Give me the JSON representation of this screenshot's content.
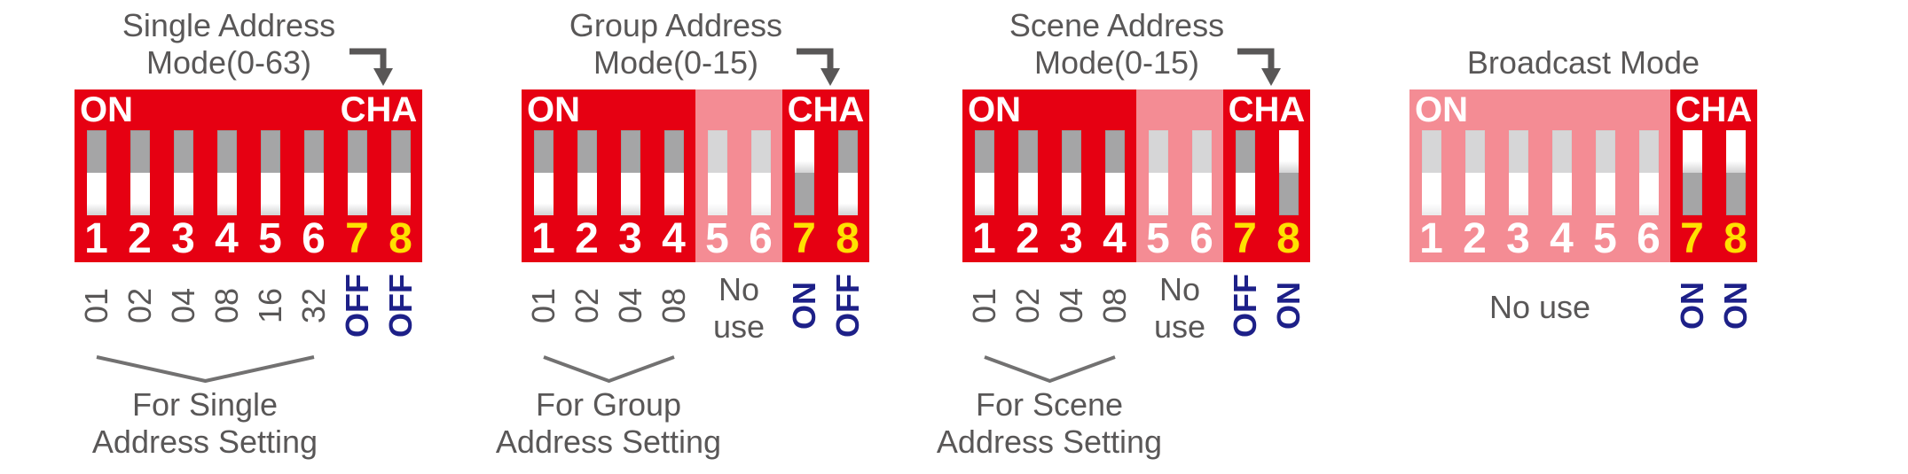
{
  "colors": {
    "red": "#e60012",
    "track": "#a5a5a6",
    "handle": "#ffffff",
    "handle_shade": "#d2d2d3",
    "number": "#ffffff",
    "cha_number": "#ffe100",
    "state_blue": "#1d2088",
    "text_gray": "#595757",
    "bracket_gray": "#727171",
    "overlay": "rgba(255,255,255,0.55)"
  },
  "panels": [
    {
      "name": "single-address-mode",
      "title_lines": [
        "Single Address",
        "Mode(0-63)"
      ],
      "has_arrow": true,
      "on_label": "ON",
      "cha_label": "CHA",
      "switches": [
        {
          "num": "1",
          "state": "off",
          "label": "01"
        },
        {
          "num": "2",
          "state": "off",
          "label": "02"
        },
        {
          "num": "3",
          "state": "off",
          "label": "04"
        },
        {
          "num": "4",
          "state": "off",
          "label": "08"
        },
        {
          "num": "5",
          "state": "off",
          "label": "16"
        },
        {
          "num": "6",
          "state": "off",
          "label": "32"
        },
        {
          "num": "7",
          "state": "off",
          "label": "OFF",
          "label_style": "state"
        },
        {
          "num": "8",
          "state": "off",
          "label": "OFF",
          "label_style": "state"
        }
      ],
      "no_use": null,
      "bracket": {
        "from": 1,
        "to": 6,
        "text_lines": [
          "For Single",
          "Address Setting"
        ]
      }
    },
    {
      "name": "group-address-mode",
      "title_lines": [
        "Group Address",
        "Mode(0-15)"
      ],
      "has_arrow": true,
      "on_label": "ON",
      "cha_label": "CHA",
      "switches": [
        {
          "num": "1",
          "state": "off",
          "label": "01"
        },
        {
          "num": "2",
          "state": "off",
          "label": "02"
        },
        {
          "num": "3",
          "state": "off",
          "label": "04"
        },
        {
          "num": "4",
          "state": "off",
          "label": "08"
        },
        {
          "num": "5",
          "state": "off",
          "label": null
        },
        {
          "num": "6",
          "state": "off",
          "label": null
        },
        {
          "num": "7",
          "state": "on",
          "label": "ON",
          "label_style": "state"
        },
        {
          "num": "8",
          "state": "off",
          "label": "OFF",
          "label_style": "state"
        }
      ],
      "no_use": {
        "from": 5,
        "to": 6,
        "text_lines": [
          "No",
          "use"
        ]
      },
      "bracket": {
        "from": 1,
        "to": 4,
        "text_lines": [
          "For Group",
          "Address Setting"
        ]
      }
    },
    {
      "name": "scene-address-mode",
      "title_lines": [
        "Scene Address",
        "Mode(0-15)"
      ],
      "has_arrow": true,
      "on_label": "ON",
      "cha_label": "CHA",
      "switches": [
        {
          "num": "1",
          "state": "off",
          "label": "01"
        },
        {
          "num": "2",
          "state": "off",
          "label": "02"
        },
        {
          "num": "3",
          "state": "off",
          "label": "04"
        },
        {
          "num": "4",
          "state": "off",
          "label": "08"
        },
        {
          "num": "5",
          "state": "off",
          "label": null
        },
        {
          "num": "6",
          "state": "off",
          "label": null
        },
        {
          "num": "7",
          "state": "off",
          "label": "OFF",
          "label_style": "state"
        },
        {
          "num": "8",
          "state": "on",
          "label": "ON",
          "label_style": "state"
        }
      ],
      "no_use": {
        "from": 5,
        "to": 6,
        "text_lines": [
          "No",
          "use"
        ]
      },
      "bracket": {
        "from": 1,
        "to": 4,
        "text_lines": [
          "For Scene",
          "Address Setting"
        ]
      }
    },
    {
      "name": "broadcast-mode",
      "title_lines": [
        "Broadcast Mode"
      ],
      "has_arrow": false,
      "on_label": "ON",
      "cha_label": "CHA",
      "switches": [
        {
          "num": "1",
          "state": "off",
          "label": null
        },
        {
          "num": "2",
          "state": "off",
          "label": null
        },
        {
          "num": "3",
          "state": "off",
          "label": null
        },
        {
          "num": "4",
          "state": "off",
          "label": null
        },
        {
          "num": "5",
          "state": "off",
          "label": null
        },
        {
          "num": "6",
          "state": "off",
          "label": null
        },
        {
          "num": "7",
          "state": "on",
          "label": "ON",
          "label_style": "state"
        },
        {
          "num": "8",
          "state": "on",
          "label": "ON",
          "label_style": "state"
        }
      ],
      "no_use": {
        "from": 1,
        "to": 6,
        "text_lines": [
          "No use"
        ]
      },
      "bracket": null
    }
  ]
}
